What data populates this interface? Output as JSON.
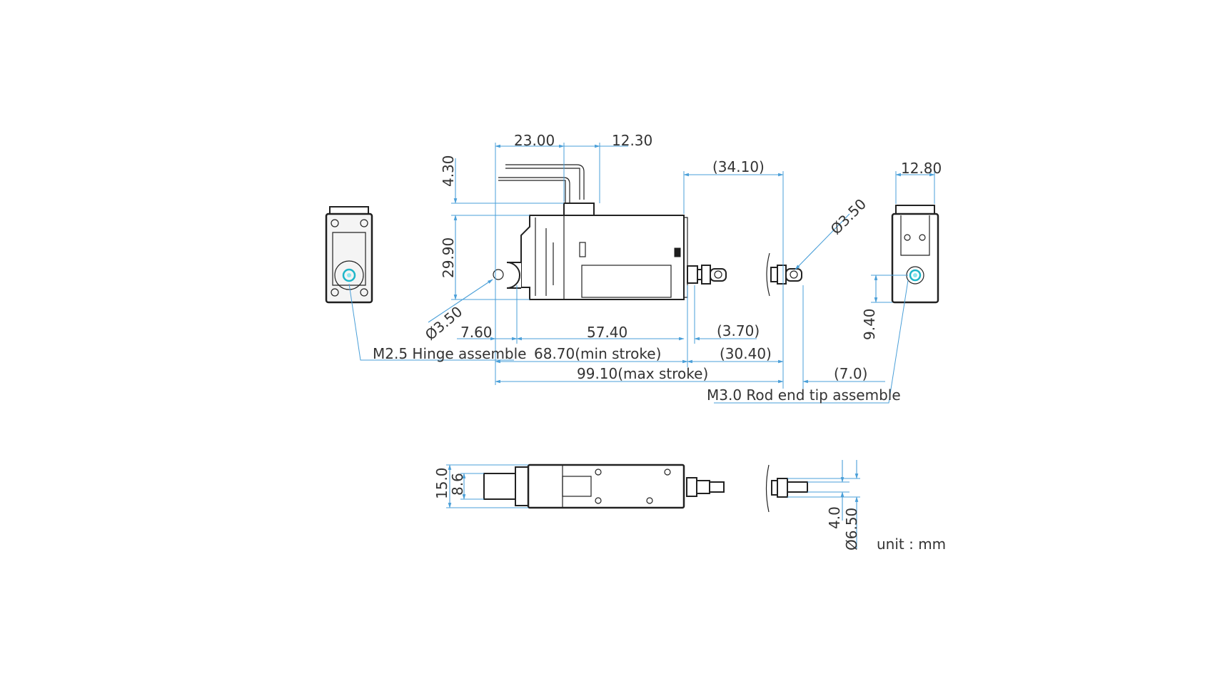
{
  "dimensions": {
    "top_23": "23.00",
    "top_12_30": "12.30",
    "rod_34_10": "(34.10)",
    "side_12_80": "12.80",
    "height_4_30": "4.30",
    "height_29_90": "29.90",
    "hinge_dia": "Ø3.50",
    "rod_dia": "Ø3.50",
    "d_7_60": "7.60",
    "d_57_40": "57.40",
    "d_3_70": "(3.70)",
    "d_68_70": "68.70(min stroke)",
    "d_30_40": "(30.40)",
    "d_99_10": "99.10(max stroke)",
    "d_7_0": "(7.0)",
    "d_9_40": "9.40",
    "d_15_0": "15.0",
    "d_8_6": "8.6",
    "d_4_0": "4.0",
    "d_6_50": "Ø6.50"
  },
  "labels": {
    "hinge": "M2.5 Hinge assemble",
    "rod_end": "M3.0 Rod end tip assemble",
    "unit": "unit : mm"
  }
}
